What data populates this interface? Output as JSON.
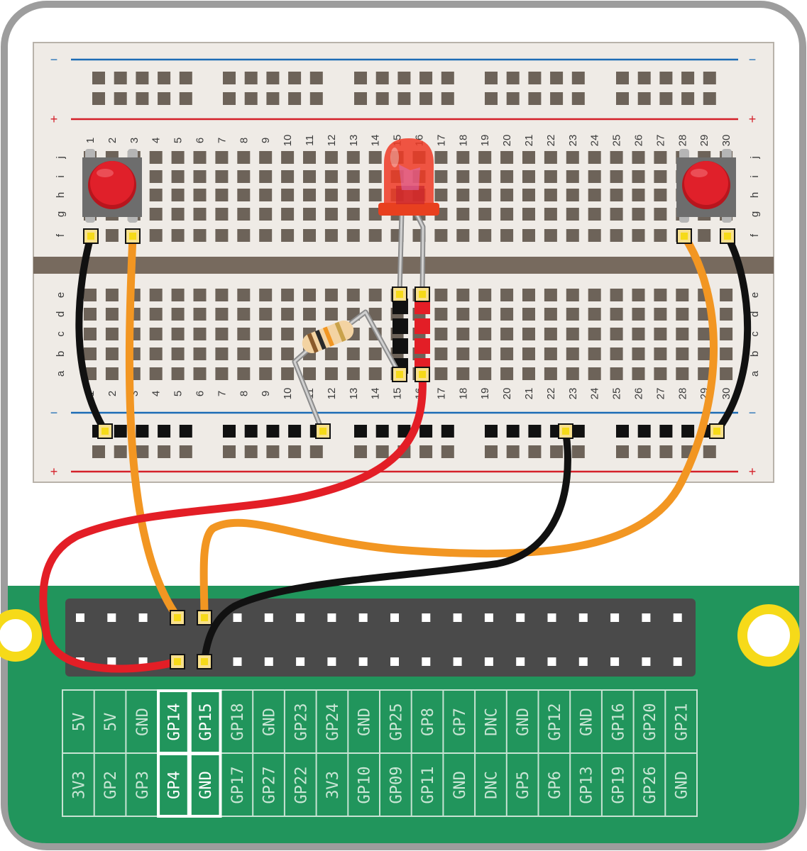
{
  "breadboard": {
    "columns": [
      "1",
      "2",
      "3",
      "4",
      "5",
      "6",
      "7",
      "8",
      "9",
      "10",
      "11",
      "12",
      "13",
      "14",
      "15",
      "16",
      "17",
      "18",
      "19",
      "20",
      "21",
      "22",
      "23",
      "24",
      "25",
      "26",
      "27",
      "28",
      "29",
      "30"
    ],
    "rows_top": [
      "j",
      "i",
      "h",
      "g",
      "f"
    ],
    "rows_bottom": [
      "e",
      "d",
      "c",
      "b",
      "a"
    ],
    "rail_minus": "−",
    "rail_plus": "+"
  },
  "header": {
    "top_row_labels": [
      "5V",
      "5V",
      "GND",
      "GP14",
      "GP15",
      "GP18",
      "GND",
      "GP23",
      "GP24",
      "GND",
      "GP25",
      "GP8",
      "GP7",
      "DNC",
      "GND",
      "GP12",
      "GND",
      "GP16",
      "GP20",
      "GP21"
    ],
    "bottom_row_labels": [
      "3V3",
      "GP2",
      "GP3",
      "GP4",
      "GND",
      "GP17",
      "GP27",
      "GP22",
      "3V3",
      "GP10",
      "GP09",
      "GP11",
      "GND",
      "DNC",
      "GP5",
      "GP6",
      "GP13",
      "GP19",
      "GP26",
      "GND"
    ],
    "highlighted": [
      "GP14",
      "GP15",
      "GP4",
      "GND"
    ]
  },
  "colors": {
    "board_green": "#21955c",
    "breadboard": "#efebe6",
    "wire_orange": "#f29622",
    "wire_red": "#e31e26",
    "wire_black": "#111111",
    "led_red": "#ee3a24",
    "button_red": "#e0202a",
    "rail_blue": "#1c6cb5",
    "rail_red": "#d4202a",
    "mount_yellow": "#f6da19"
  }
}
